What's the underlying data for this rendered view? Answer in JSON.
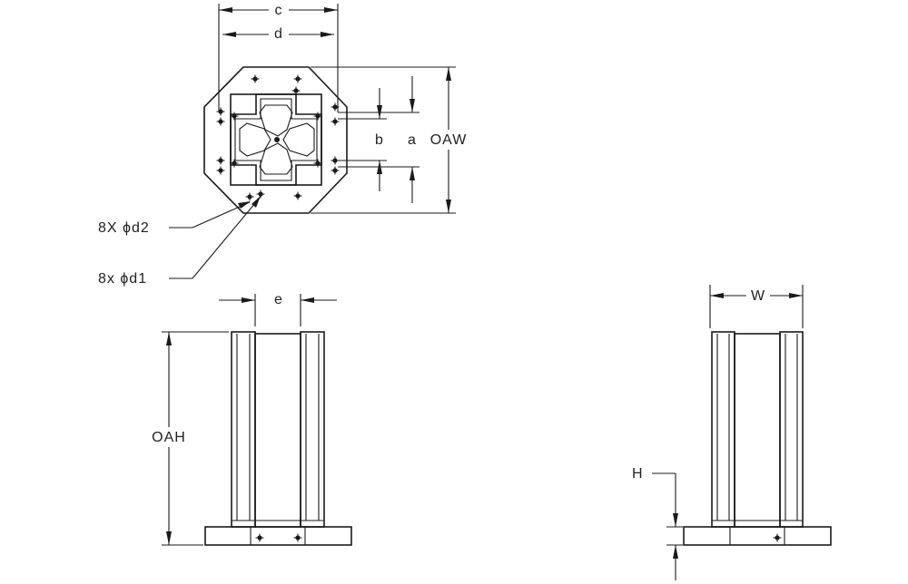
{
  "labels": {
    "c": "c",
    "d": "d",
    "b": "b",
    "a": "a",
    "oaw": "OAW",
    "callout_d2": "8X  ϕd2",
    "callout_d1": "8x  ϕd1",
    "e": "e",
    "w": "W",
    "oah": "OAH",
    "h": "H"
  }
}
